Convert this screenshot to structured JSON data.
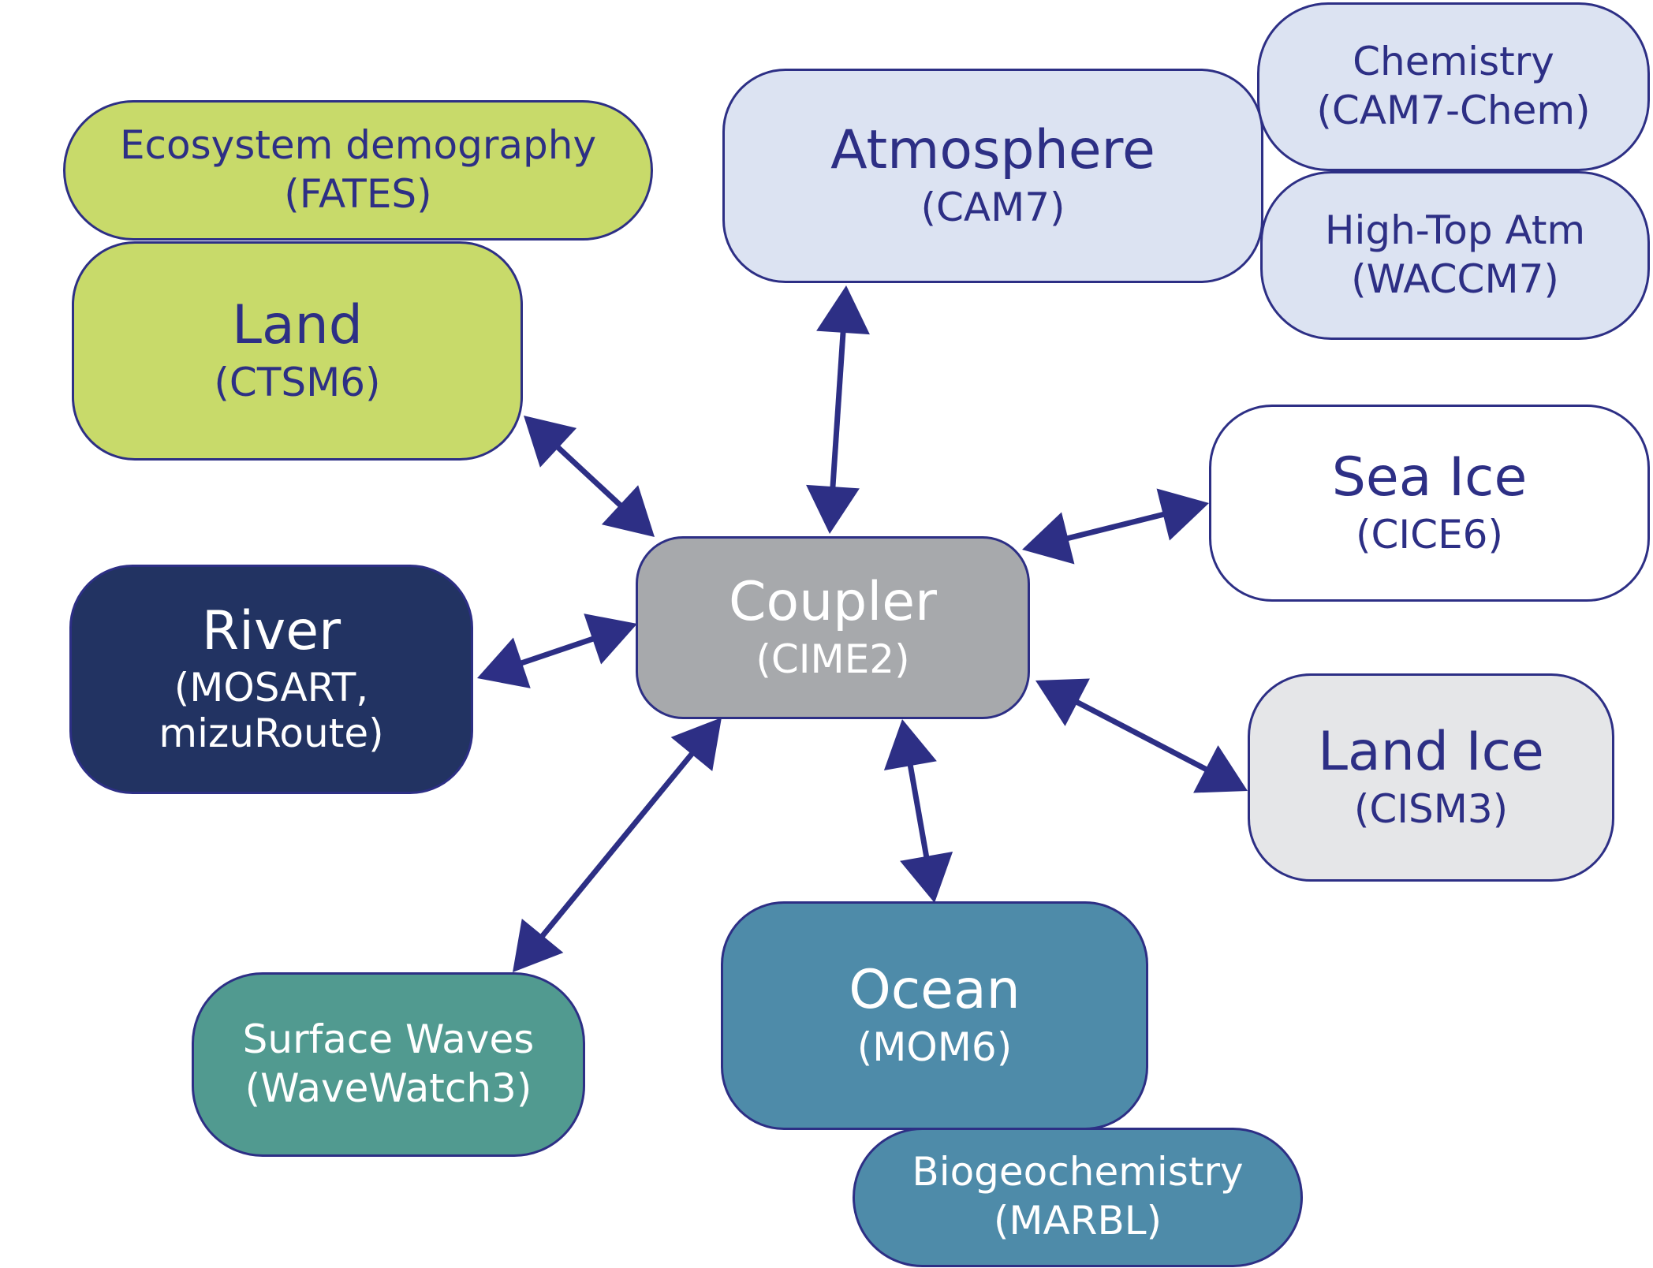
{
  "colors": {
    "outline": "#2d2f85",
    "land_green": "#c8da6a",
    "atmosphere_blue": "#dce3f2",
    "coupler_gray": "#a7a9ac",
    "river_navy": "#223362",
    "ocean_blue": "#4e8ba9",
    "waves_teal": "#519a90",
    "land_ice_gray": "#e5e6e8"
  },
  "nodes": {
    "fates": {
      "title": "Ecosystem demography",
      "sub": "(FATES)"
    },
    "land": {
      "title": "Land",
      "sub": "(CTSM6)"
    },
    "atm": {
      "title": "Atmosphere",
      "sub": "(CAM7)"
    },
    "chem": {
      "title": "Chemistry",
      "sub": "(CAM7-Chem)"
    },
    "waccm": {
      "title": "High-Top Atm",
      "sub": "(WACCM7)"
    },
    "seaice": {
      "title": "Sea Ice",
      "sub": "(CICE6)"
    },
    "coupler": {
      "title": "Coupler",
      "sub": "(CIME2)"
    },
    "river": {
      "title": "River",
      "sub": "(MOSART,\nmizuRoute)"
    },
    "landice": {
      "title": "Land Ice",
      "sub": "(CISM3)"
    },
    "ocean": {
      "title": "Ocean",
      "sub": "(MOM6)"
    },
    "waves": {
      "title": "Surface Waves",
      "sub": "(WaveWatch3)"
    },
    "bgc": {
      "title": "Biogeochemistry",
      "sub": "(MARBL)"
    }
  },
  "connections": [
    {
      "from": "coupler",
      "to": "atm",
      "direction": "bidirectional"
    },
    {
      "from": "coupler",
      "to": "land",
      "direction": "bidirectional"
    },
    {
      "from": "coupler",
      "to": "seaice",
      "direction": "bidirectional"
    },
    {
      "from": "coupler",
      "to": "river",
      "direction": "bidirectional"
    },
    {
      "from": "coupler",
      "to": "landice",
      "direction": "bidirectional"
    },
    {
      "from": "coupler",
      "to": "ocean",
      "direction": "bidirectional"
    },
    {
      "from": "coupler",
      "to": "waves",
      "direction": "bidirectional"
    }
  ]
}
